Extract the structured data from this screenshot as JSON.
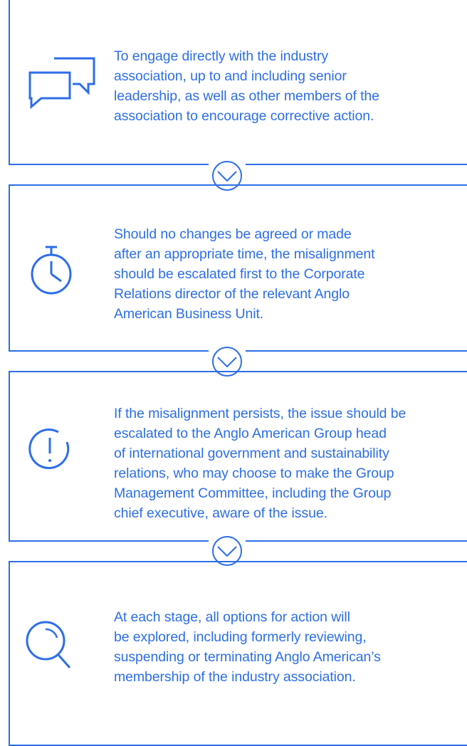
{
  "steps": [
    {
      "icon": "speech-bubbles-icon",
      "text": "To engage directly with the industry\nassociation, up to and including senior\nleadership, as well as other members of the\nassociation to encourage corrective action."
    },
    {
      "icon": "stopwatch-icon",
      "text": "Should no changes be agreed or made\nafter an appropriate time, the misalignment\nshould be escalated first to the Corporate\nRelations director of the relevant Anglo\nAmerican Business Unit."
    },
    {
      "icon": "exclamation-circle-icon",
      "text": "If the misalignment persists, the issue should be\nescalated to the Anglo American Group head\nof international government and sustainability\nrelations, who may choose to make the Group\nManagement Committee, including the Group\nchief executive, aware of the issue."
    },
    {
      "icon": "magnifier-icon",
      "text": "At each stage, all options for action will\nbe explored, including formerly reviewing,\nsuspending or terminating Anglo American’s\nmembership of the industry association."
    }
  ],
  "colors": {
    "accent": "#2d6ee8",
    "background": "#ffffff"
  },
  "connector_icon": "chevron-down-circle-icon"
}
